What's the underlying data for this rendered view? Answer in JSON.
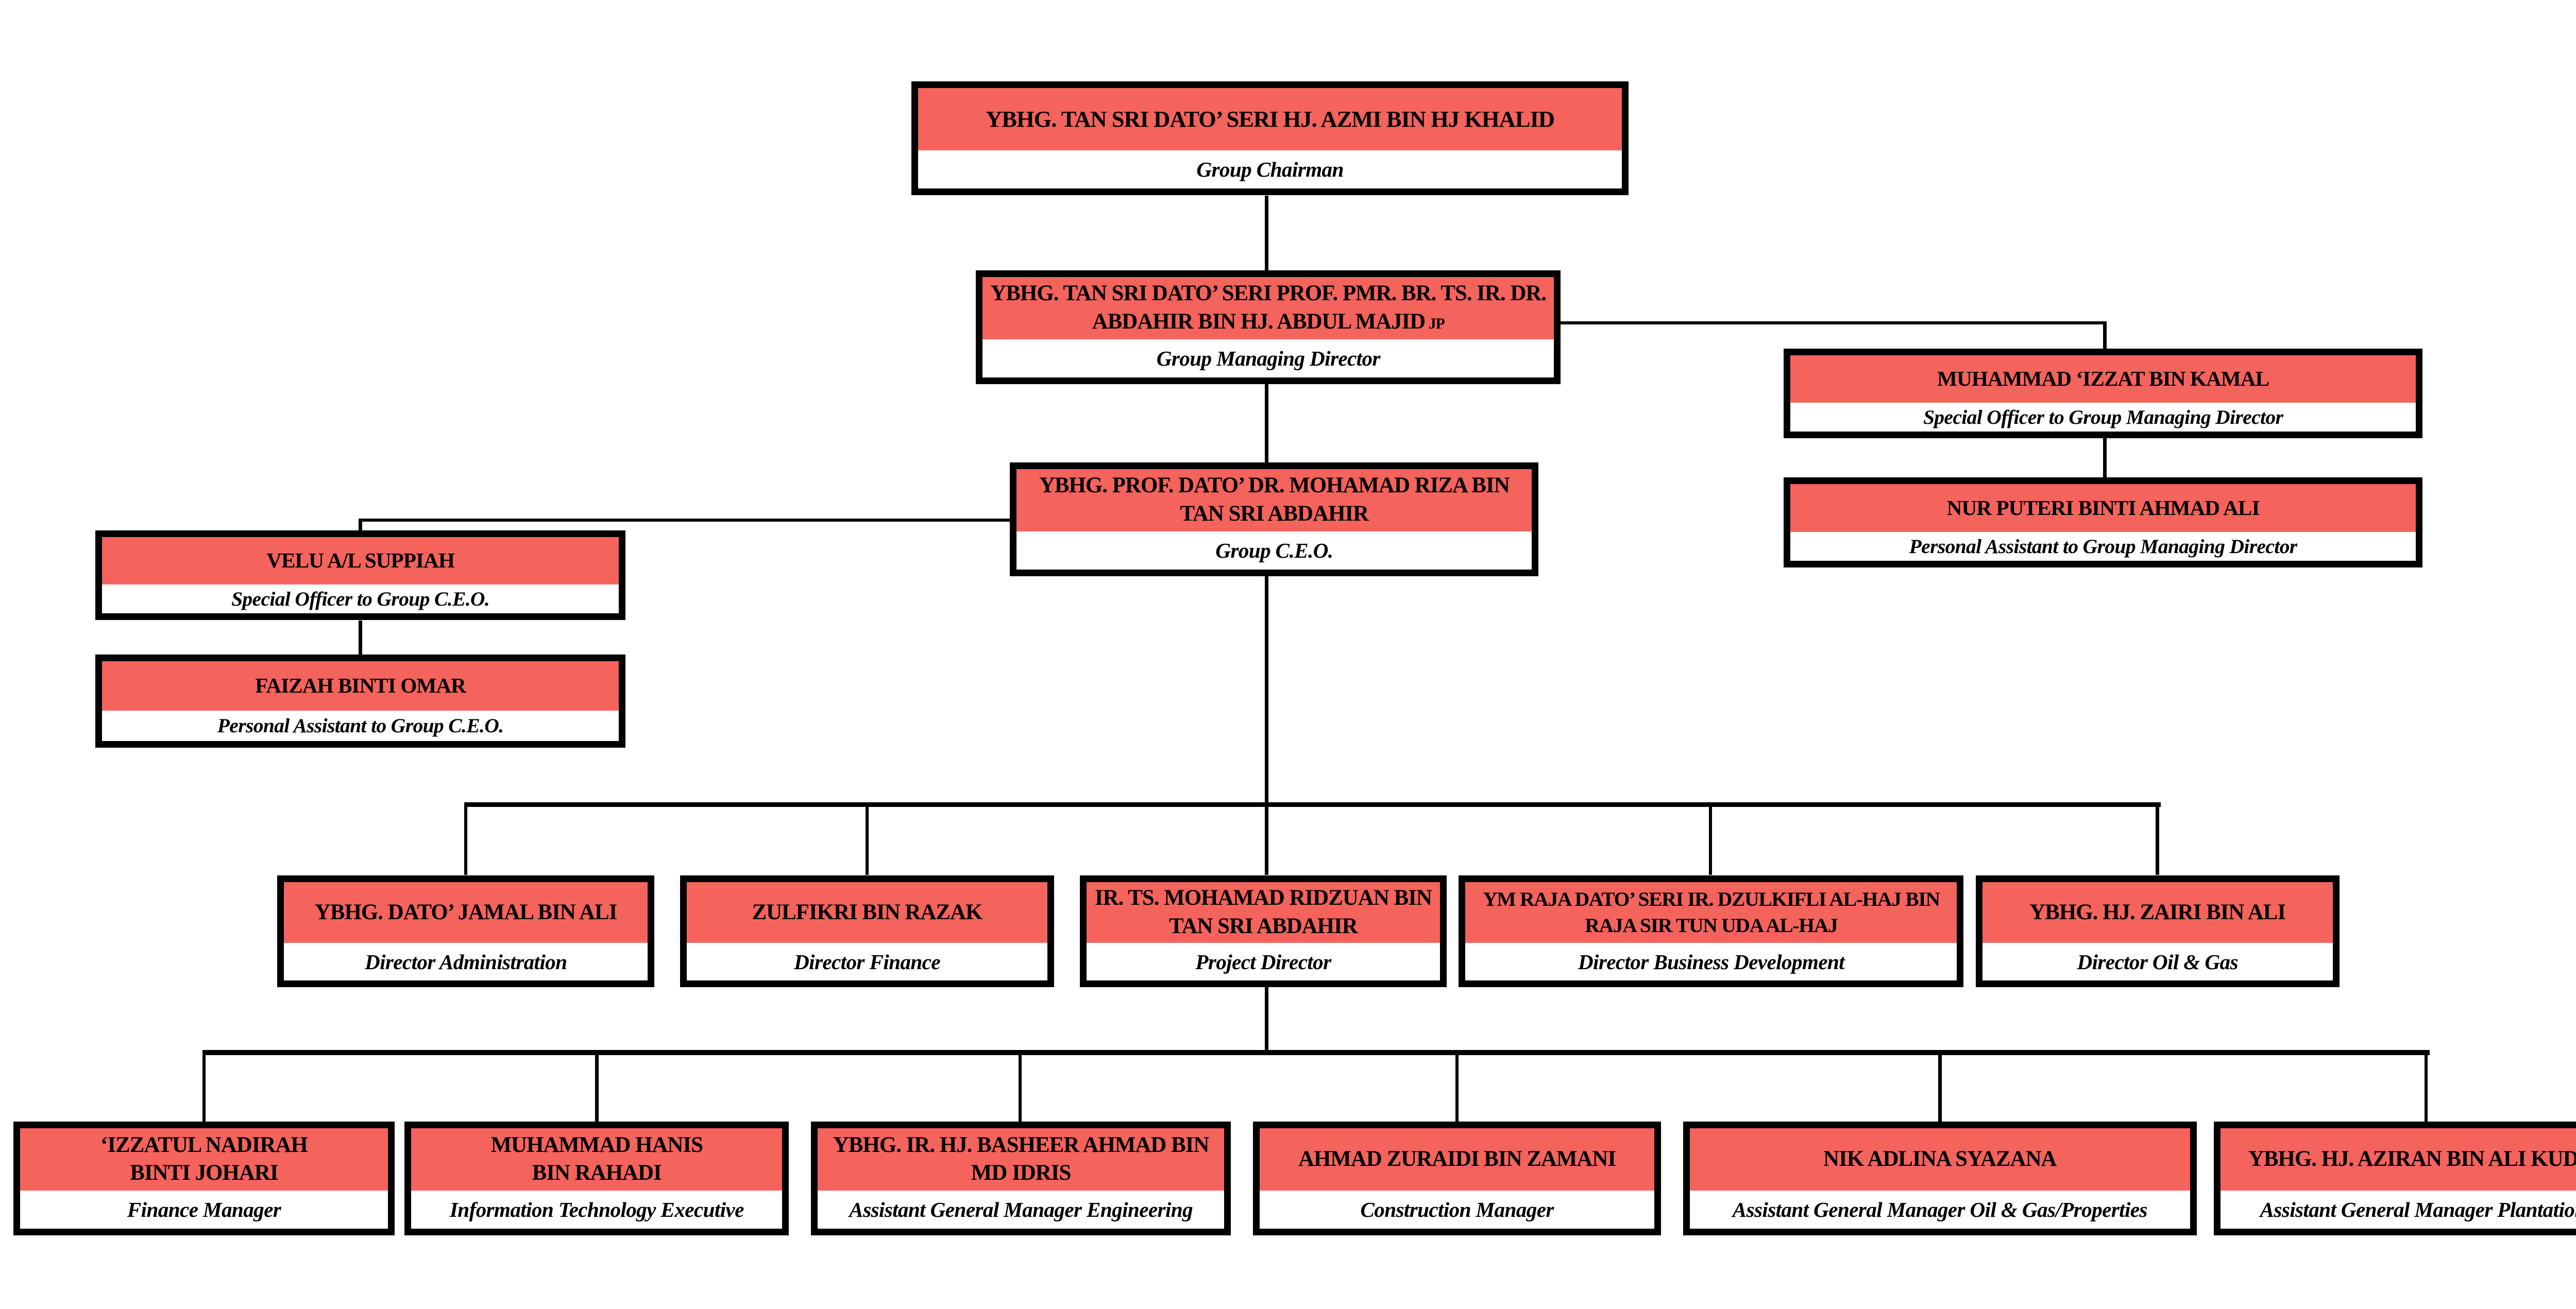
{
  "chart": {
    "type": "org-chart",
    "accent_color": "#F5635D",
    "border_color": "#000000",
    "background_color": "#FFFFFF",
    "nodes": {
      "chairman": {
        "name": "YBHG. TAN SRI DATO’ SERI HJ. AZMI BIN HJ KHALID",
        "role": "Group Chairman"
      },
      "gmd": {
        "name": "YBHG. TAN SRI DATO’ SERI PROF. PMR. BR. TS. IR. DR. ABDAHIR BIN HJ. ABDUL MAJID",
        "name_suffix": "JP",
        "role": "Group Managing Director"
      },
      "gmd_special_officer": {
        "name": "MUHAMMAD ‘IZZAT BIN KAMAL",
        "role": "Special Officer to Group Managing Director"
      },
      "gmd_pa": {
        "name": "NUR PUTERI BINTI AHMAD ALI",
        "role": "Personal Assistant to Group Managing Director"
      },
      "ceo": {
        "name": "YBHG. PROF. DATO’ DR. MOHAMAD RIZA BIN TAN SRI ABDAHIR",
        "role": "Group C.E.O."
      },
      "ceo_special_officer": {
        "name": "VELU A/L SUPPIAH",
        "role": "Special Officer to Group C.E.O."
      },
      "ceo_pa": {
        "name": "FAIZAH BINTI OMAR",
        "role": "Personal Assistant to Group C.E.O."
      },
      "director_admin": {
        "name": "YBHG. DATO’ JAMAL BIN ALI",
        "role": "Director Administration"
      },
      "director_finance": {
        "name": "ZULFIKRI BIN RAZAK",
        "role": "Director Finance"
      },
      "project_director": {
        "name": "IR. TS. MOHAMAD RIDZUAN BIN TAN SRI ABDAHIR",
        "role": "Project Director"
      },
      "director_bizdev": {
        "name": "YM RAJA DATO’ SERI IR. DZULKIFLI AL-HAJ BIN RAJA SIR TUN UDA AL-HAJ",
        "role": "Director Business Development"
      },
      "director_oilgas": {
        "name": "YBHG. HJ. ZAIRI BIN ALI",
        "role": "Director Oil & Gas"
      },
      "finance_manager": {
        "name": "‘IZZATUL NADIRAH BINTI JOHARI",
        "role": "Finance Manager"
      },
      "it_executive": {
        "name": "MUHAMMAD HANIS BIN RAHADI",
        "role": "Information Technology Executive"
      },
      "agm_engineering": {
        "name": "YBHG. IR. HJ. BASHEER AHMAD BIN MD IDRIS",
        "role": "Assistant General Manager Engineering"
      },
      "construction_manager": {
        "name": "AHMAD ZURAIDI BIN ZAMANI",
        "role": "Construction Manager"
      },
      "agm_oilgas_properties": {
        "name": "NIK ADLINA SYAZANA",
        "role": "Assistant General Manager Oil & Gas/Properties"
      },
      "agm_plantations": {
        "name": "YBHG. HJ. AZIRAN BIN ALI KUDUS",
        "role": "Assistant General Manager Plantations"
      }
    }
  }
}
